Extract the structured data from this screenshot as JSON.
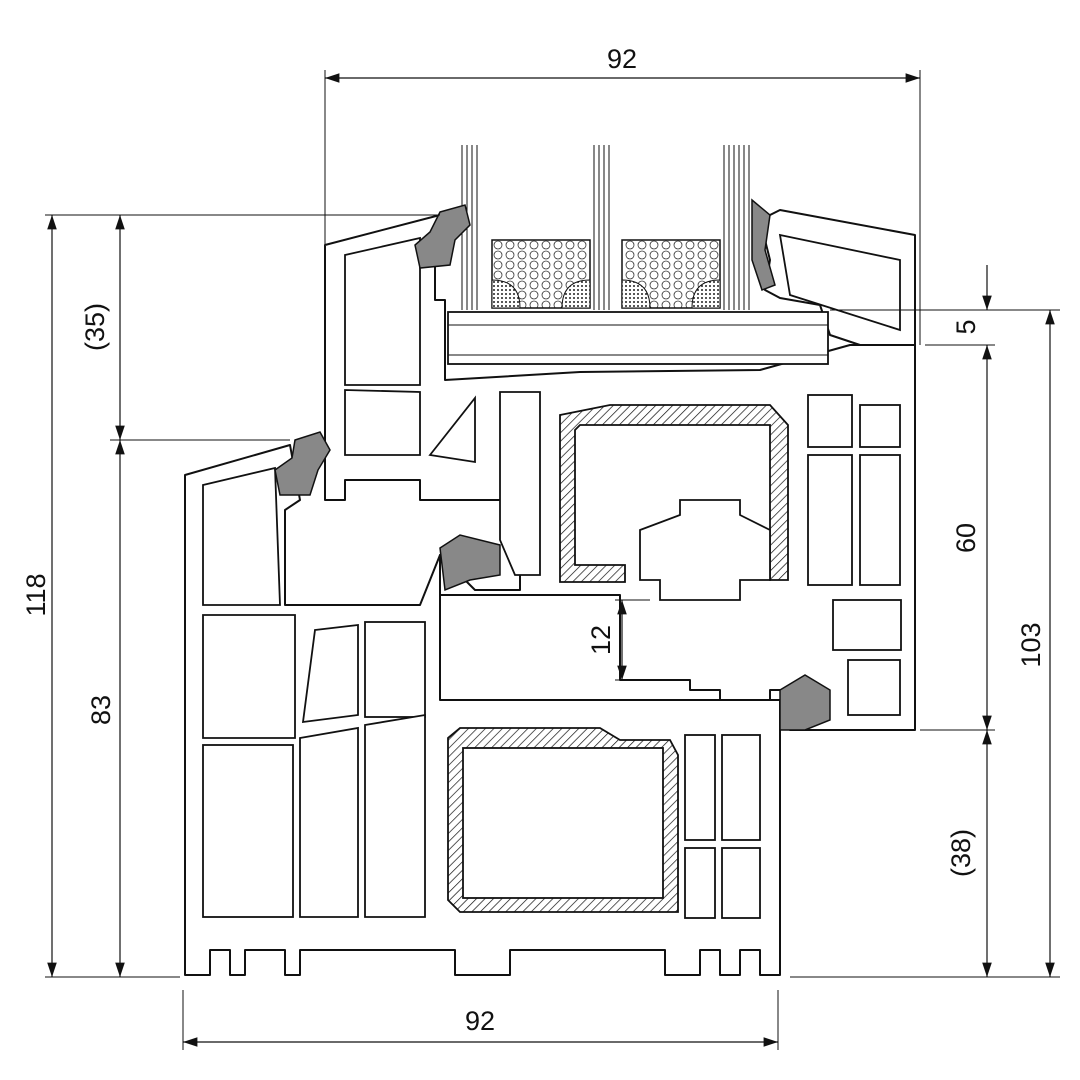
{
  "drawing": {
    "colors": {
      "line": "#111111",
      "background": "#ffffff",
      "gasket": "#777777"
    },
    "dimensions": {
      "top_width": "92",
      "bottom_width": "92",
      "total_height": "118",
      "sash_overlap": "(35)",
      "frame_height": "83",
      "glass_rebate": "5",
      "sash_height": "60",
      "sash_total": "103",
      "frame_visible": "(38)",
      "overlap": "12"
    }
  }
}
